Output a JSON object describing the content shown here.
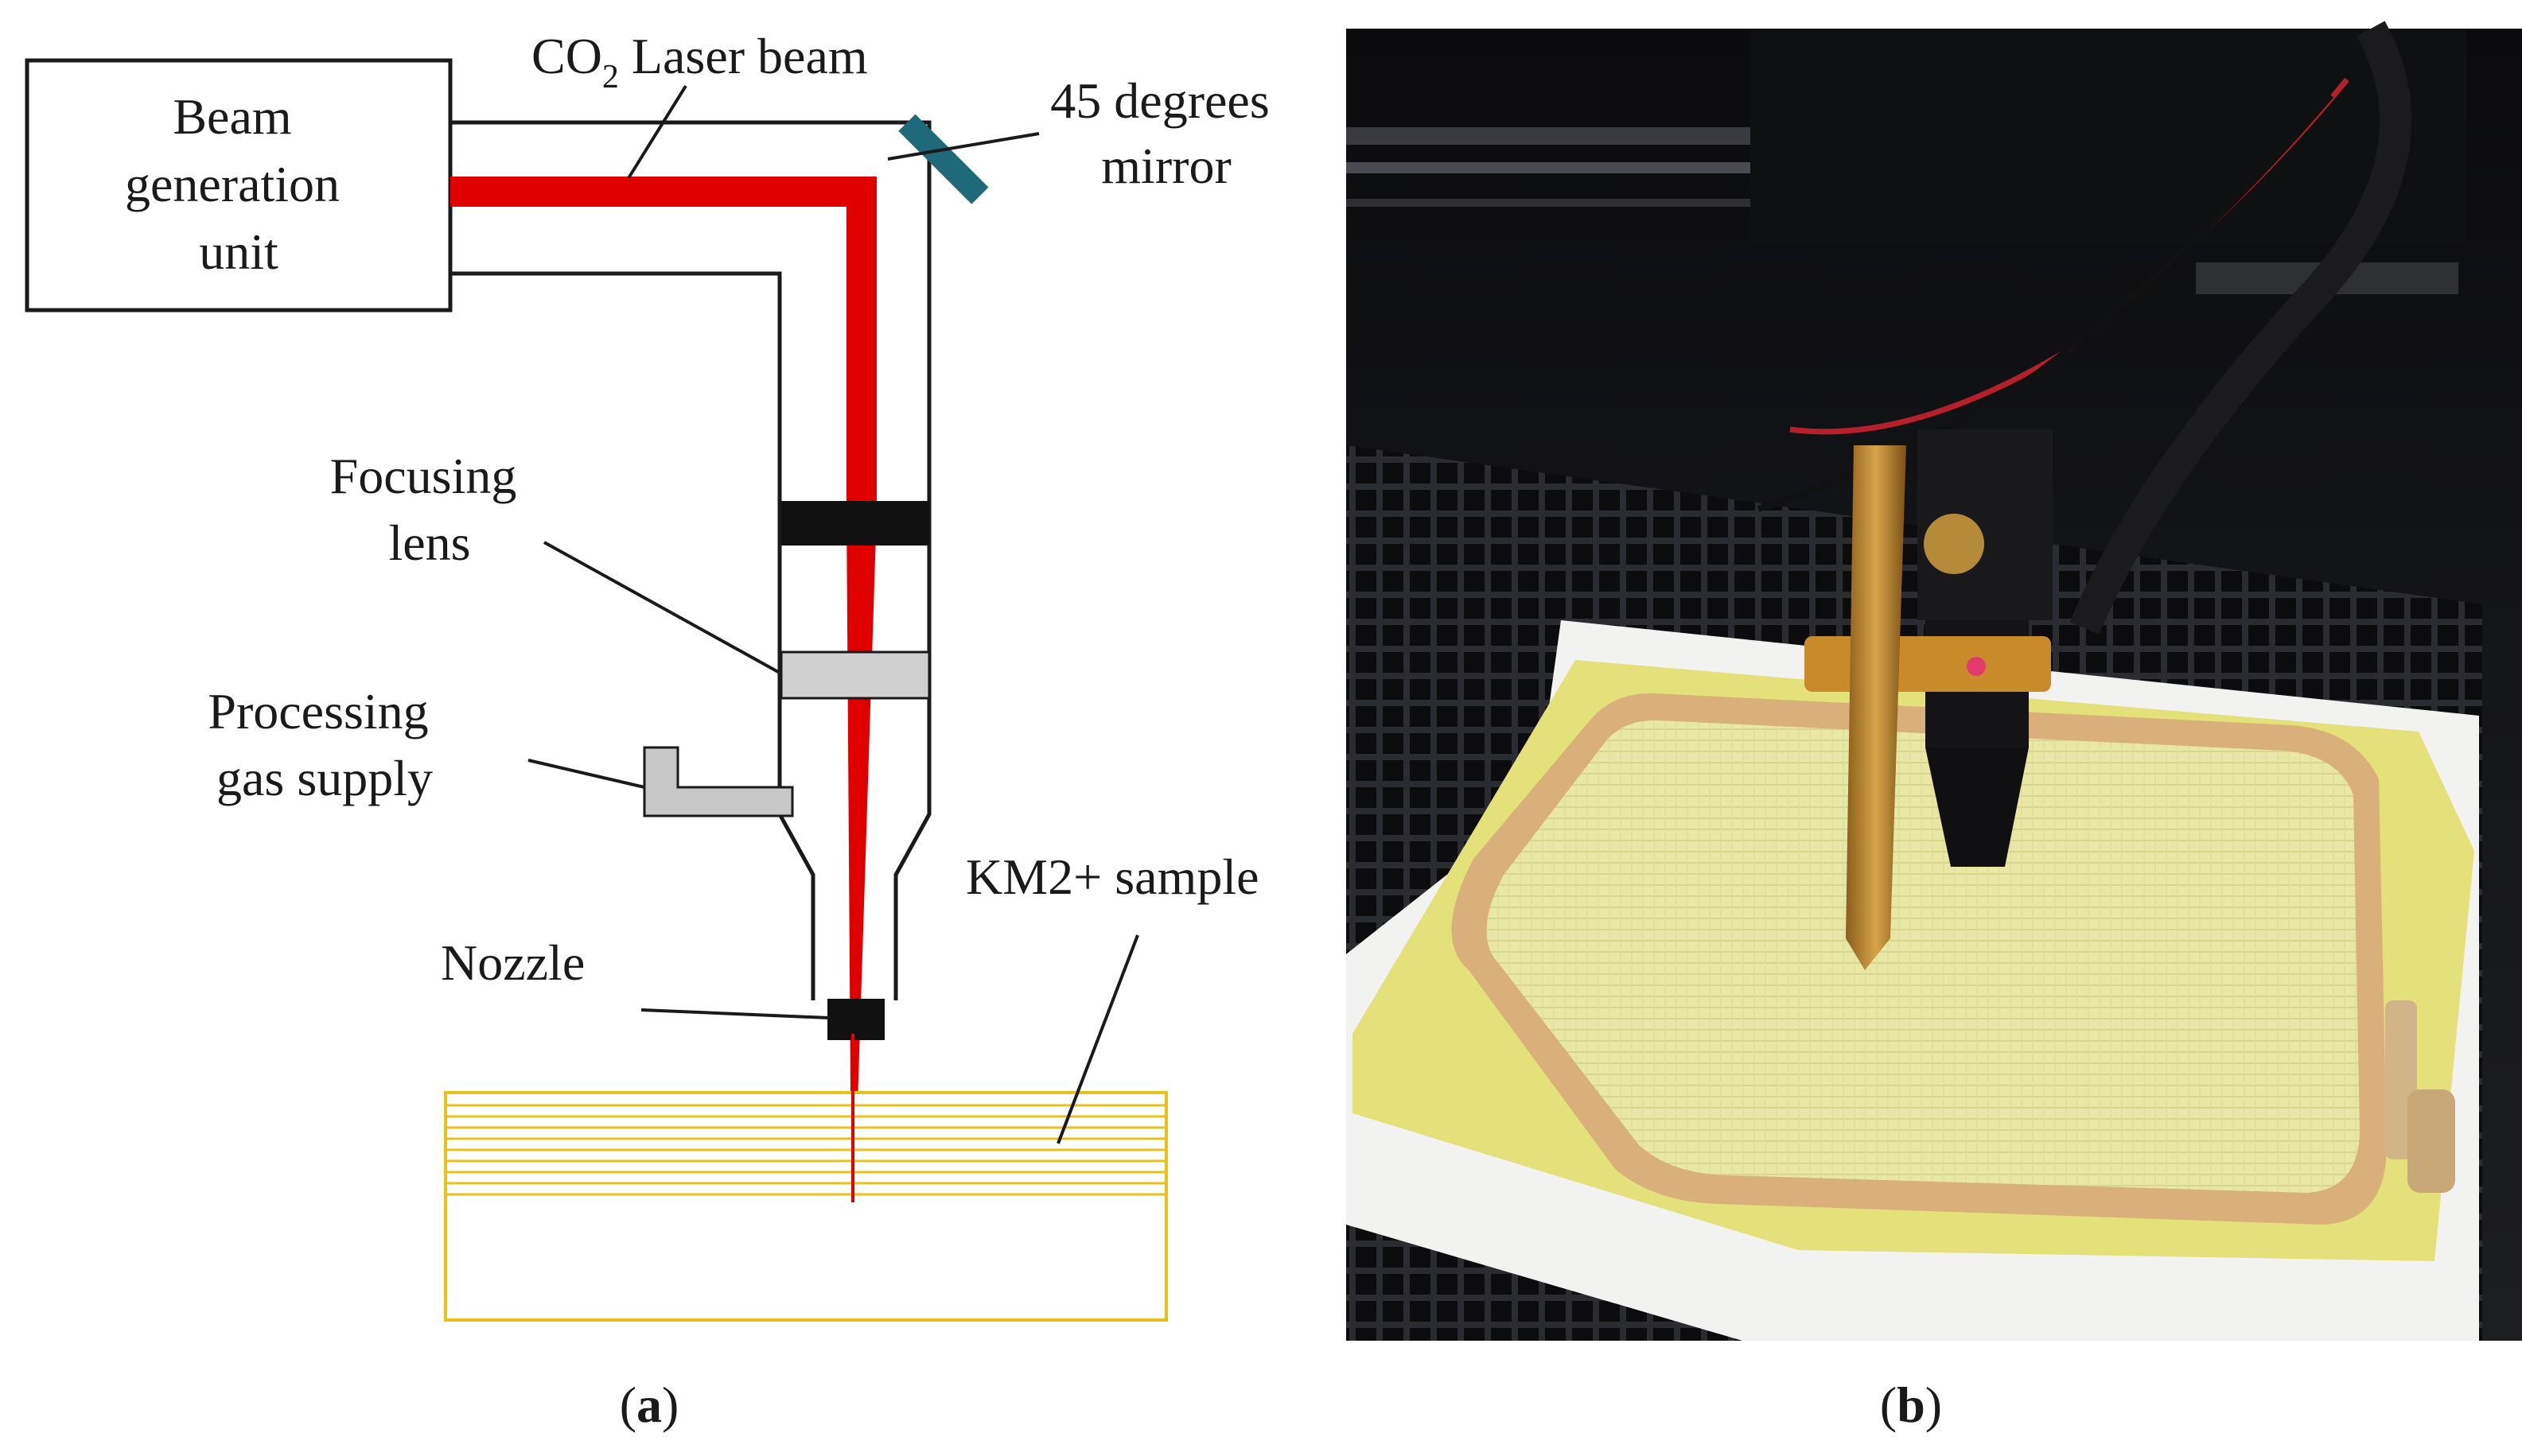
{
  "panel_a": {
    "beam_unit_label": [
      "Beam",
      "generation",
      "unit"
    ],
    "laser_label_prefix": "CO",
    "laser_label_subscript": "2",
    "laser_label_suffix": " Laser beam",
    "mirror_label": [
      "45 degrees",
      "mirror"
    ],
    "lens_label": [
      "Focusing",
      "lens"
    ],
    "gas_label": [
      "Processing",
      "gas supply"
    ],
    "sample_label": "KM2+ sample",
    "nozzle_label": "Nozzle",
    "caption_open": "(",
    "caption_letter": "a",
    "caption_close": ")"
  },
  "panel_b": {
    "caption_open": "(",
    "caption_letter": "b",
    "caption_close": ")"
  },
  "colors": {
    "laser": "#e00000",
    "mirror": "#1e6a7a",
    "sample_lines": "#e8c21a",
    "lens": "#d0d0d0",
    "gas_fitting": "#c8c8c8",
    "outline": "#1a1a1a"
  }
}
